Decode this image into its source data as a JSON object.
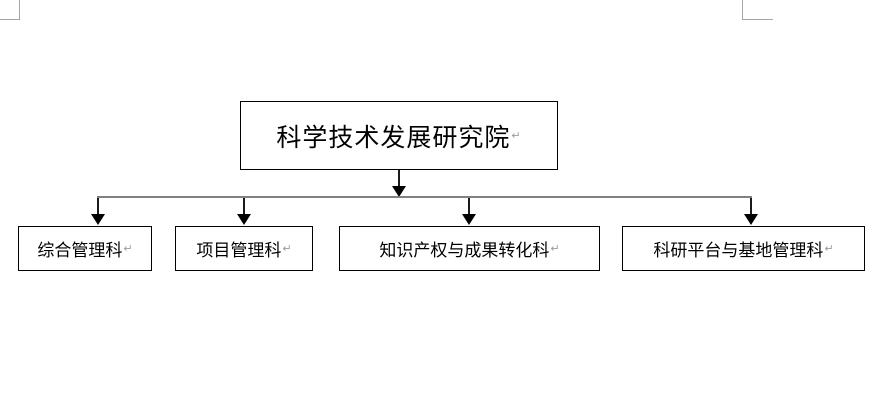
{
  "page": {
    "background_color": "#ffffff",
    "margin_mark_color": "#a6a6a6"
  },
  "chart_data": {
    "type": "diagram",
    "diagram_type": "organizational-chart",
    "orientation": "top-down",
    "title": "",
    "root": {
      "label": "科学技术发展研究院",
      "paragraph_mark": "↵"
    },
    "children": [
      {
        "label": "综合管理科",
        "paragraph_mark": "↵"
      },
      {
        "label": "项目管理科",
        "paragraph_mark": "↵"
      },
      {
        "label": "知识产权与成果转化科",
        "paragraph_mark": "↵"
      },
      {
        "label": "科研平台与基地管理科",
        "paragraph_mark": "↵"
      }
    ],
    "connector": {
      "style": "bus-with-arrows",
      "bus_color": "#808080",
      "arrow_color": "#000000",
      "box_border_color": "#000000",
      "text_color": "#000000"
    }
  }
}
